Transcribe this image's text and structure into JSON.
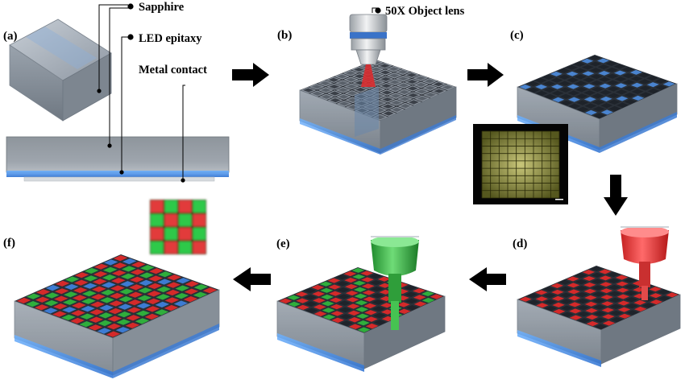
{
  "labels": {
    "sapphire": "Sapphire",
    "led_epitaxy": "LED epitaxy",
    "metal_contact": "Metal contact",
    "objective": "50X Object lens"
  },
  "steps": [
    "(a)",
    "(b)",
    "(c)",
    "(d)",
    "(e)",
    "(f)"
  ],
  "colors": {
    "red_qd": "#d42a2a",
    "green_qd": "#2fae3c",
    "blue_epi": "#3a86e0",
    "grid_dark": "#2b2f36",
    "glass": "#a9b3bd"
  },
  "icons": [
    "arrow-right-icon",
    "arrow-down-icon",
    "arrow-left-icon",
    "objective-lens-icon",
    "red-nozzle-icon",
    "green-nozzle-icon"
  ]
}
